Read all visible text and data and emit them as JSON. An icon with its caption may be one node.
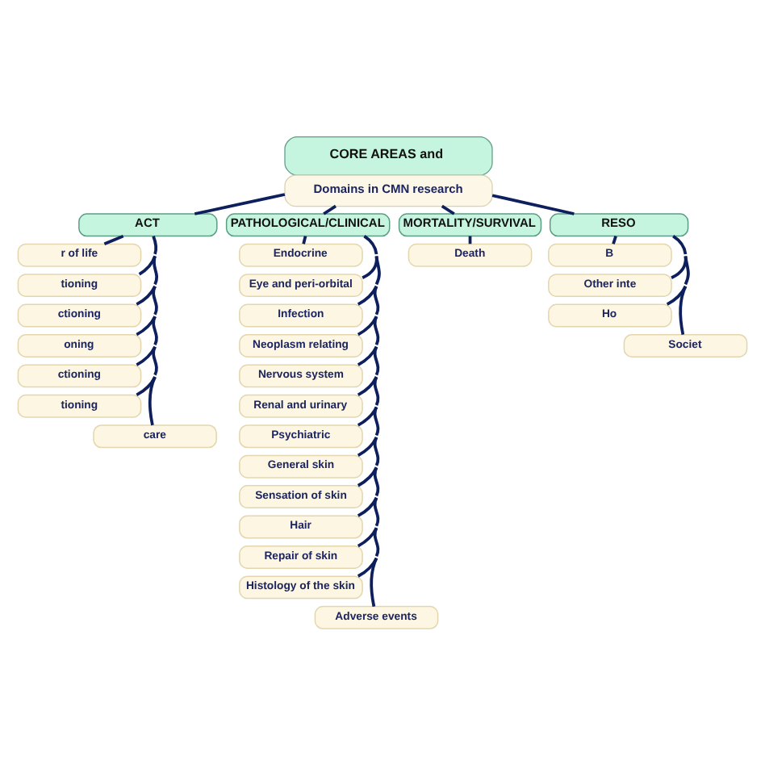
{
  "diagram": {
    "nodes": [
      {
        "text": [
          "CORE AREAS and",
          "Domains in CMN research"
        ]
      },
      {
        "text": [
          "ACT"
        ]
      },
      {
        "text": [
          "r of life"
        ]
      },
      {
        "text": [
          "tioning"
        ]
      },
      {
        "text": [
          "ctioning"
        ]
      },
      {
        "text": [
          "oning"
        ]
      },
      {
        "text": [
          "ctioning"
        ]
      },
      {
        "text": [
          "tioning"
        ]
      },
      {
        "text": [
          "care"
        ]
      },
      {
        "text": [
          "PATHOLOGICAL/CLINICAL"
        ]
      },
      {
        "text": [
          "Endocrine"
        ]
      },
      {
        "text": [
          "Eye and peri-orbital"
        ]
      },
      {
        "text": [
          "Infection"
        ]
      },
      {
        "text": [
          "Neoplasm relating"
        ]
      },
      {
        "text": [
          "Nervous system"
        ]
      },
      {
        "text": [
          "Renal and urinary"
        ]
      },
      {
        "text": [
          "Psychiatric"
        ]
      },
      {
        "text": [
          "General skin"
        ]
      },
      {
        "text": [
          "Sensation of skin"
        ]
      },
      {
        "text": [
          "Hair"
        ]
      },
      {
        "text": [
          "Repair of skin"
        ]
      },
      {
        "text": [
          "Histology of the skin"
        ]
      },
      {
        "text": [
          "Adverse events"
        ]
      },
      {
        "text": [
          "MORTALITY/SURVIVAL"
        ]
      },
      {
        "text": [
          "Death"
        ]
      },
      {
        "text": [
          "RESO"
        ]
      },
      {
        "text": [
          "B"
        ]
      },
      {
        "text": [
          "Other inte"
        ]
      },
      {
        "text": [
          "Ho"
        ]
      },
      {
        "text": [
          "Societ"
        ]
      }
    ],
    "edges": [
      {
        "from": 0,
        "to": 1,
        "arrow": "none"
      },
      {
        "from": 0,
        "to": 9,
        "arrow": "none"
      },
      {
        "from": 0,
        "to": 23,
        "arrow": "none"
      },
      {
        "from": 0,
        "to": 25,
        "arrow": "none"
      },
      {
        "from": 1,
        "to": 2,
        "arrow": "none"
      },
      {
        "from": 1,
        "to": 3,
        "arrow": "none"
      },
      {
        "from": 1,
        "to": 4,
        "arrow": "none"
      },
      {
        "from": 1,
        "to": 5,
        "arrow": "none"
      },
      {
        "from": 1,
        "to": 6,
        "arrow": "none"
      },
      {
        "from": 1,
        "to": 7,
        "arrow": "none"
      },
      {
        "from": 1,
        "to": 8,
        "arrow": "none"
      },
      {
        "from": 9,
        "to": 10,
        "arrow": "none"
      },
      {
        "from": 9,
        "to": 11,
        "arrow": "none"
      },
      {
        "from": 9,
        "to": 12,
        "arrow": "none"
      },
      {
        "from": 9,
        "to": 13,
        "arrow": "none"
      },
      {
        "from": 9,
        "to": 14,
        "arrow": "none"
      },
      {
        "from": 9,
        "to": 15,
        "arrow": "none"
      },
      {
        "from": 9,
        "to": 16,
        "arrow": "none"
      },
      {
        "from": 9,
        "to": 17,
        "arrow": "none"
      },
      {
        "from": 9,
        "to": 18,
        "arrow": "none"
      },
      {
        "from": 9,
        "to": 19,
        "arrow": "none"
      },
      {
        "from": 9,
        "to": 20,
        "arrow": "none"
      },
      {
        "from": 9,
        "to": 21,
        "arrow": "none"
      },
      {
        "from": 9,
        "to": 22,
        "arrow": "none"
      },
      {
        "from": 23,
        "to": 24,
        "arrow": "none"
      },
      {
        "from": 25,
        "to": 26,
        "arrow": "none"
      },
      {
        "from": 25,
        "to": 27,
        "arrow": "none"
      },
      {
        "from": 25,
        "to": 28,
        "arrow": "none"
      },
      {
        "from": 25,
        "to": 29,
        "arrow": "none"
      }
    ]
  }
}
